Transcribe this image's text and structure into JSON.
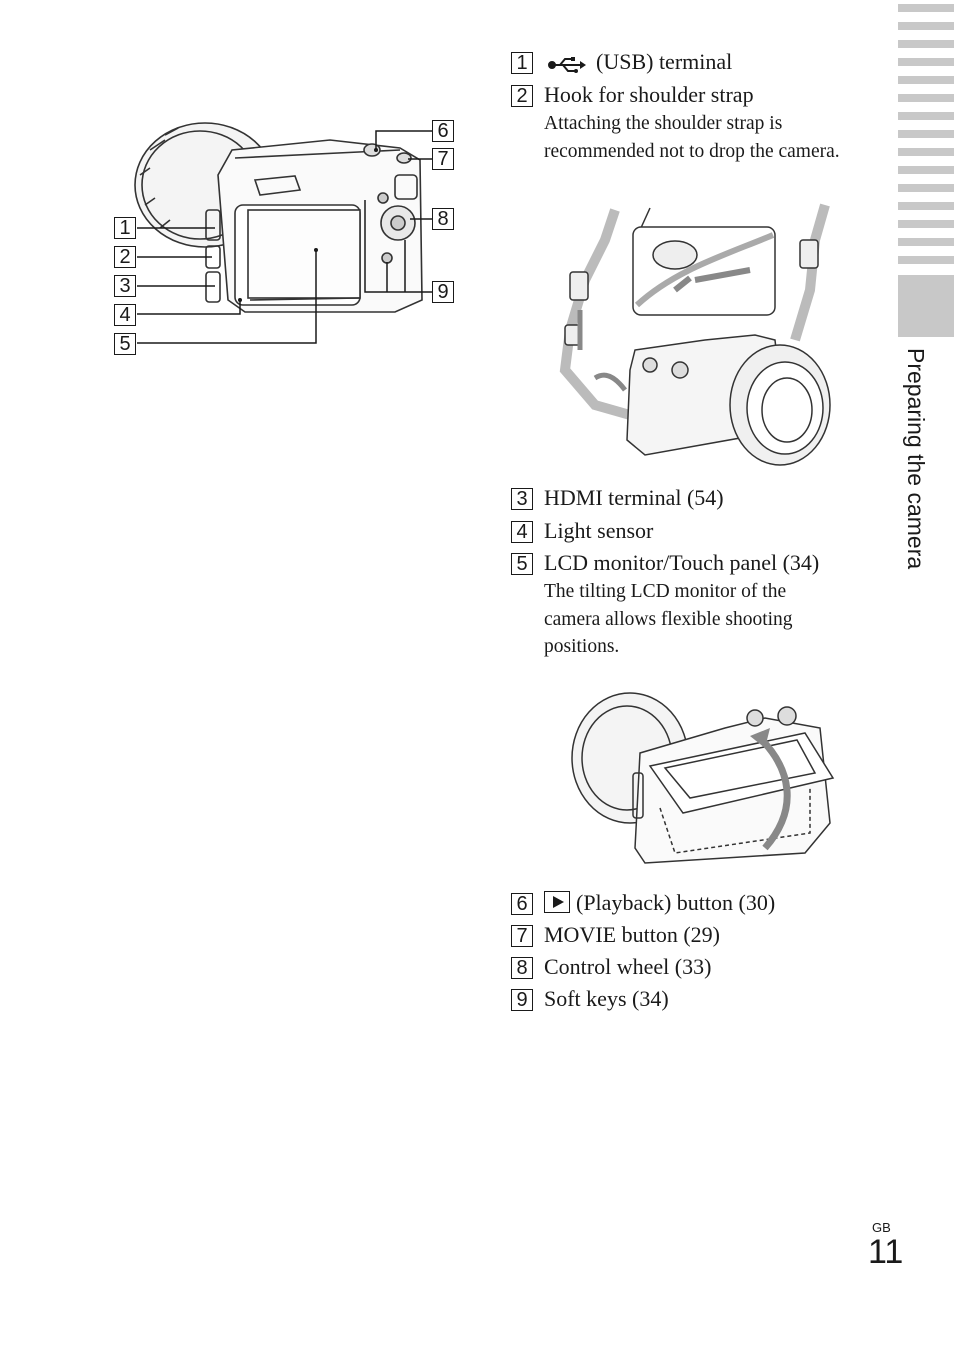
{
  "section_tab": "Preparing the camera",
  "page": {
    "region": "GB",
    "number": "11"
  },
  "callout_numbers": [
    "1",
    "2",
    "3",
    "4",
    "5",
    "6",
    "7",
    "8",
    "9"
  ],
  "items": [
    {
      "num": "1",
      "title": "(USB) terminal",
      "icon": "usb-icon"
    },
    {
      "num": "2",
      "title": "Hook for shoulder strap",
      "desc": "Attaching the shoulder strap is recommended not to drop the camera."
    },
    {
      "num": "3",
      "title": "HDMI terminal (54)"
    },
    {
      "num": "4",
      "title": "Light sensor"
    },
    {
      "num": "5",
      "title": "LCD monitor/Touch panel (34)",
      "desc": "The tilting LCD monitor of the camera allows flexible shooting positions."
    },
    {
      "num": "6",
      "title": "(Playback) button (30)",
      "icon": "playback-icon"
    },
    {
      "num": "7",
      "title": "MOVIE button (29)"
    },
    {
      "num": "8",
      "title": "Control wheel (33)"
    },
    {
      "num": "9",
      "title": "Soft keys (34)"
    }
  ]
}
